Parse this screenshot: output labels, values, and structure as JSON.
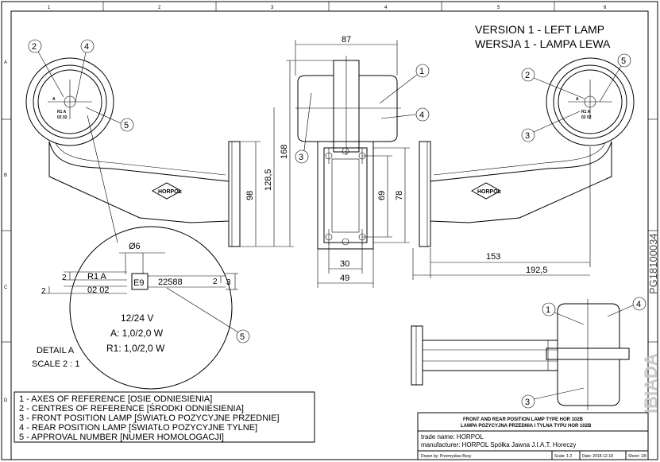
{
  "frame": {
    "col_numbers": [
      "1",
      "2",
      "3",
      "4",
      "5",
      "6"
    ],
    "row_letters": [
      "A",
      "B",
      "C",
      "D"
    ]
  },
  "version_title_en": "VERSION 1 - LEFT LAMP",
  "version_title_pl": "WERSJA 1 - LAMPA LEWA",
  "dimensions": {
    "top_width": "87",
    "height_168": "168",
    "height_128_5": "128,5",
    "height_98": "98",
    "height_69": "69",
    "height_78": "78",
    "width_30": "30",
    "width_49": "49",
    "width_153": "153",
    "width_192_5": "192,5",
    "diameter_6": "Ø6"
  },
  "logo_text": "HORPOL",
  "lamp_face": {
    "line1": "A",
    "line2": "R1 A",
    "line3": "02 02"
  },
  "detail": {
    "r1_a": "R1  A",
    "codes": "02  02",
    "e_mark": "E9",
    "approval": "22588",
    "dim_2a": "2",
    "dim_2b": "2",
    "dim_2c": "2",
    "dim_3": "3",
    "voltage": "12/24 V",
    "power_a": "A: 1,0/2,0 W",
    "power_r1": "R1: 1,0/2,0 W",
    "label": "DETAIL A",
    "scale": "SCALE 2 : 1"
  },
  "callouts": [
    "1",
    "2",
    "3",
    "4",
    "5"
  ],
  "legend": [
    "1 - AXES OF REFERENCE [OSIE ODNIESIENIA]",
    "2 - CENTRES OF REFERENCE [ŚRODKI ODNIESIENIA]",
    "3 - FRONT POSITION LAMP [ŚWIATŁO POZYCYJNE PRZEDNIE]",
    "4 - REAR POSITION LAMP [ŚWIATŁO POZYCYJNE TYLNE]",
    "5 - APPROVAL NUMBER [NUMER HOMOLOGACJI]"
  ],
  "title_block": {
    "title_en": "FRONT AND REAR POSITION LAMP TYPE HOR 102B",
    "title_pl": "LAMPA POZYCYJNA PRZEDNIA I TYLNA TYPU HOR 102B",
    "trade_name": "trade name: HORPOL",
    "manufacturer": "manufacturer: HORPOL Spółka Jawna  J.I.A.T. Horeczy",
    "drawn_by": "Drawn by: Przemysław Bosy",
    "scale": "Scale: 1:2",
    "date": "Date: 2018-12-18",
    "sheet": "Sheet: 1/8"
  },
  "doc_code": "PG18100034",
  "watermark": "IBIADA"
}
